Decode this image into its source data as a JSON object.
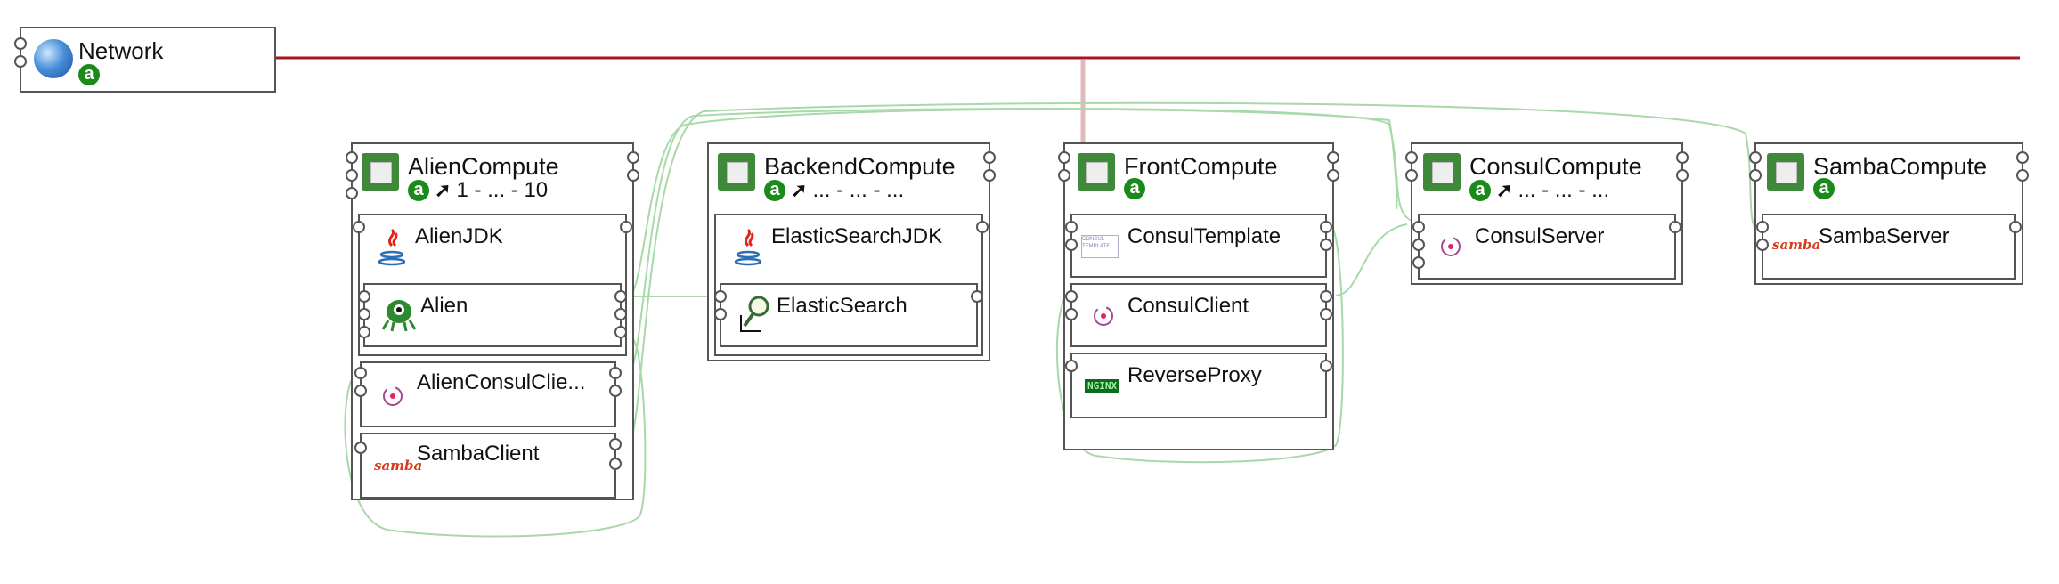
{
  "network": {
    "label": "Network",
    "badge": "a"
  },
  "nodes": [
    {
      "id": "alien",
      "label": "AlienCompute",
      "badge": "a",
      "scaling": "1 - ... - 10",
      "components": [
        "AlienJDK",
        "Alien",
        "AlienConsulClie...",
        "SambaClient"
      ]
    },
    {
      "id": "backend",
      "label": "BackendCompute",
      "badge": "a",
      "scaling": "... - ... - ...",
      "components": [
        "ElasticSearchJDK",
        "ElasticSearch"
      ]
    },
    {
      "id": "front",
      "label": "FrontCompute",
      "badge": "a",
      "components": [
        "ConsulTemplate",
        "ConsulClient",
        "ReverseProxy"
      ]
    },
    {
      "id": "consul",
      "label": "ConsulCompute",
      "badge": "a",
      "scaling": "... - ... - ...",
      "components": [
        "ConsulServer"
      ]
    },
    {
      "id": "samba",
      "label": "SambaCompute",
      "badge": "a",
      "components": [
        "SambaServer"
      ]
    }
  ],
  "icon_text": {
    "nginx": "NGINX",
    "samba": "samba",
    "consul_template": "CONSUL TEMPLATE"
  },
  "colors": {
    "network_link": "#a01a24",
    "dependency_link": "#9ed49e",
    "badge": "#1a8a1a",
    "chip": "#3e8a3a"
  }
}
